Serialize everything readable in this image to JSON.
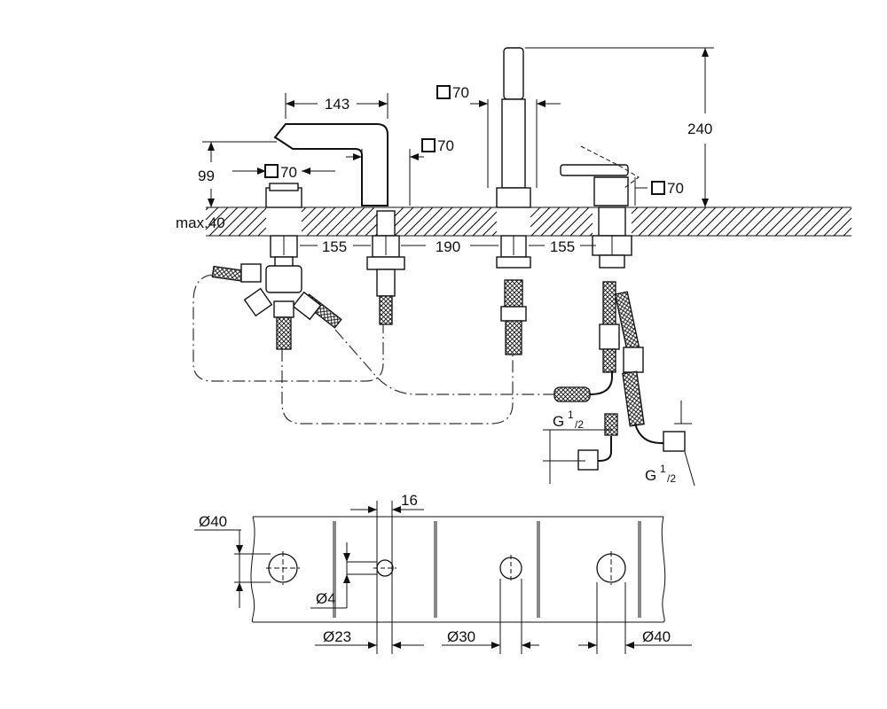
{
  "labels": {
    "spout_reach": "143",
    "square_70_a": "70",
    "square_70_b": "70",
    "square_70_c": "70",
    "square_70_d": "70",
    "height_240": "240",
    "height_99": "99",
    "max_40": "max.40",
    "spacing_1": "155",
    "spacing_2": "190",
    "spacing_3": "155",
    "thread_a_g": "G",
    "thread_a_num": "1",
    "thread_a_den": "/2",
    "thread_b_g": "G",
    "thread_b_num": "1",
    "thread_b_den": "/2",
    "hole_dia_40_top": "Ø40",
    "hole_offset_16": "16",
    "hole_dia_4": "Ø4",
    "hole_dia_23": "Ø23",
    "hole_dia_30": "Ø30",
    "hole_dia_40_bottom": "Ø40"
  },
  "icons": [
    "square-section-icon",
    "hatch-pattern",
    "knurled-hose-icon"
  ]
}
